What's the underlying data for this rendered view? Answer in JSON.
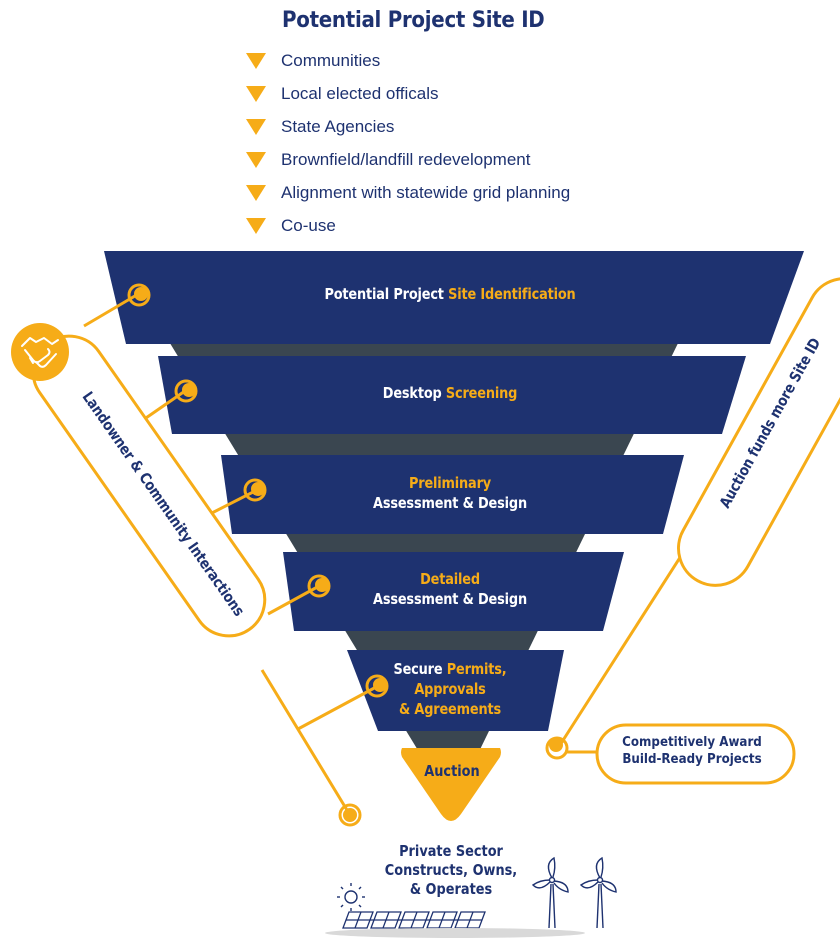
{
  "header": {
    "title": "Potential Project Site ID",
    "bullets": [
      "Communities",
      "Local elected officals",
      "State Agencies",
      "Brownfield/landfill redevelopment",
      "Alignment with statewide grid planning",
      "Co-use"
    ]
  },
  "funnel": {
    "stages": [
      {
        "text": "Potential Project",
        "highlight": "Site Identification"
      },
      {
        "text": "Desktop",
        "highlight": "Screening"
      },
      {
        "highlight": "Preliminary",
        "text": "Assessment & Design"
      },
      {
        "highlight": "Detailed",
        "text": "Assessment & Design"
      },
      {
        "text": "Secure",
        "highlight": "Permits,",
        "highlight2": "Approvals",
        "highlight3": "& Agreements"
      }
    ],
    "auction": "Auction"
  },
  "left_label": "Landowner & Community Interactions",
  "right_label": "Auction funds more Site ID",
  "award": {
    "line1": "Competitively Award",
    "line2": "Build-Ready Projects"
  },
  "private_sector": {
    "line1": "Private Sector",
    "line2": "Constructs, Owns,",
    "line3": "& Operates"
  },
  "colors": {
    "navy": "#1e3270",
    "orange": "#f6ac18",
    "gray": "#3a4650"
  },
  "icons": [
    "handshake-icon",
    "sun-icon",
    "solar-panel-icon",
    "wind-turbine-icon"
  ]
}
